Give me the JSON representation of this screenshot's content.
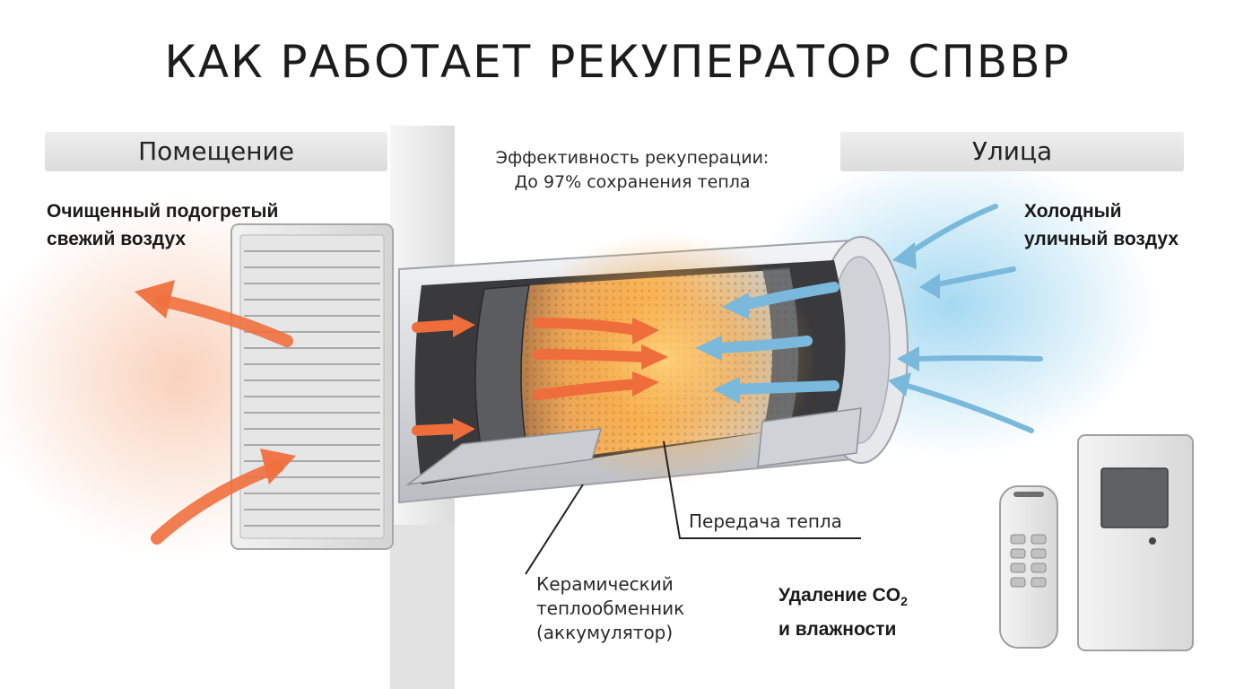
{
  "title": "КАК РАБОТАЕТ РЕКУПЕРАТОР СПВВР",
  "zones": {
    "room": "Помещение",
    "street": "Улица"
  },
  "efficiency": {
    "line1": "Эффективность рекуперации:",
    "line2": "До 97% сохранения тепла"
  },
  "notes": {
    "fresh_air": {
      "line1": "Очищенный подогретый",
      "line2": "свежий воздух"
    },
    "cold_air": {
      "line1": "Холодный",
      "line2": "уличный воздух"
    },
    "co2": {
      "line1_prefix": "Удаление CO",
      "line1_sub": "2",
      "line2": "и влажности"
    }
  },
  "callouts": {
    "heat_transfer": "Передача тепла",
    "ceramic": {
      "line1": "Керамический",
      "line2": "теплообменник",
      "line3": "(аккумулятор)"
    }
  },
  "colors": {
    "warm_arrow": "#f0703e",
    "cold_arrow": "#7ab8dc",
    "heat_core": "#f7a640",
    "housing": "#e4e6e9",
    "wall": "#eeeeee"
  }
}
